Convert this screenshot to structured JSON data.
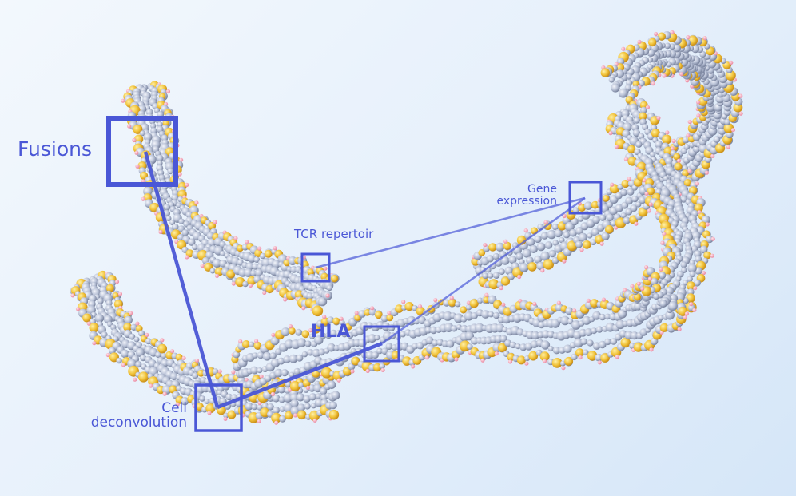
{
  "labels": {
    "fusions": "Fusions",
    "gene_expression_line1": "Gene",
    "gene_expression_line2": "expression",
    "tcr_repertoir": "TCR repertoir",
    "hla": "HLA",
    "cell_line1": "Cell",
    "cell_line2": "deconvolution"
  },
  "colors": {
    "accent": "#4a57d6",
    "backbone_yellow": "#f2c23a",
    "atom_pink": "#f0a0b4",
    "atom_grey": "#b9c2d4"
  },
  "icons": {
    "molecule": "dna-molecule-illustration"
  }
}
